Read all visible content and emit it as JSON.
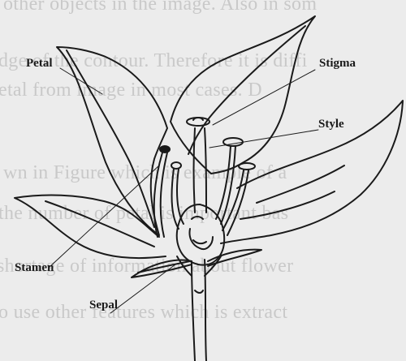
{
  "background_text": [
    "other objects in the image. Also in som",
    "dge of the contour. Therefore it is diffi",
    "etal from image in most cases. D",
    "wn in Figure which is example of a",
    "the number of petal is important bas",
    "shortage of information about flower",
    "o use other features which is extract"
  ],
  "labels": {
    "petal": "Petal",
    "stigma": "Stigma",
    "style": "Style",
    "stamen": "Stamen",
    "sepal": "Sepal"
  },
  "colors": {
    "background": "#ececec",
    "ink": "#1a1a1a",
    "faded_text": "#c9c9c9"
  }
}
